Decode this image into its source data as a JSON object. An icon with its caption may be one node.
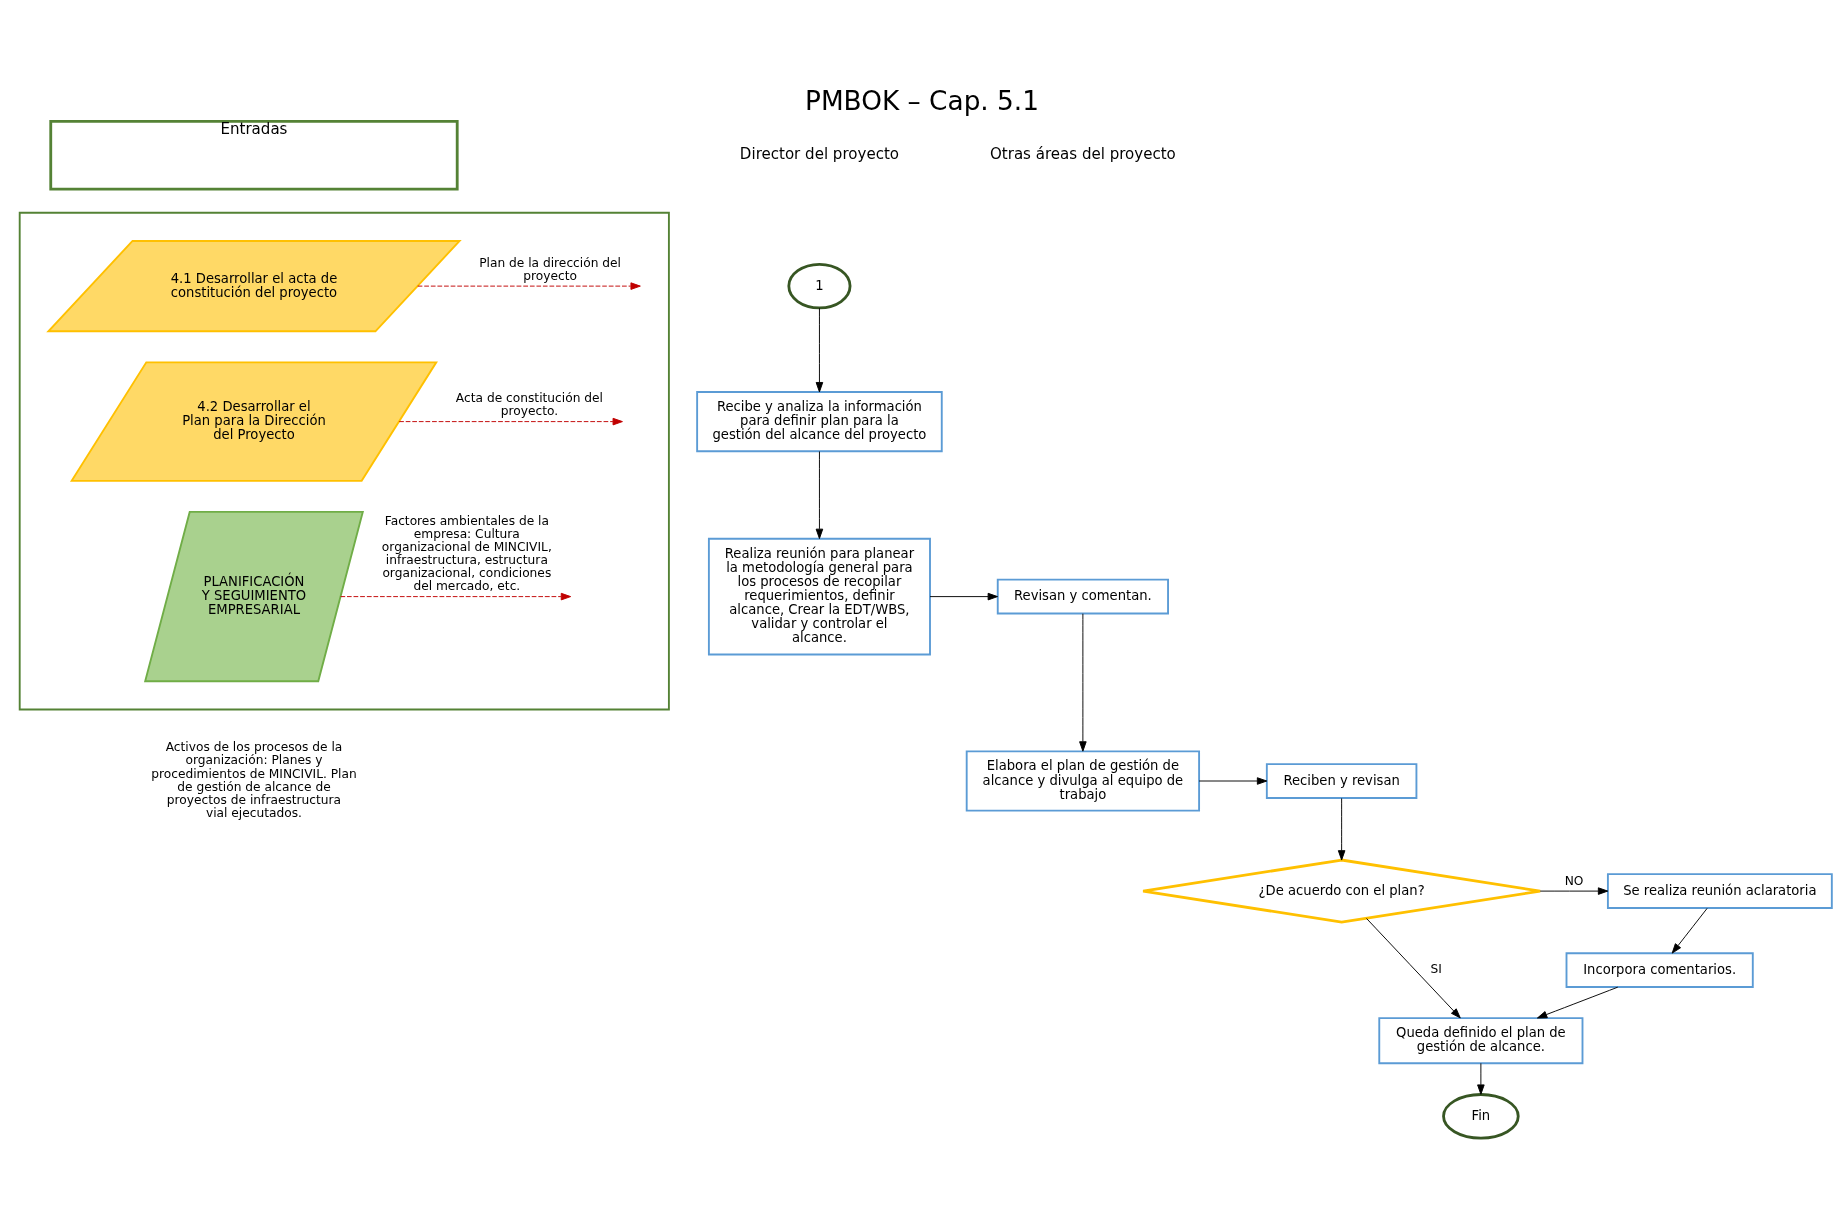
{
  "diagram": {
    "title": "PMBOK – Cap. 5.1",
    "nodes": [
      {
        "text": [
          "Entradas"
        ]
      },
      {
        "text": [],
        "shape": "box"
      },
      {
        "text": [
          "4.1 Desarrollar el acta de constitución del proyecto"
        ],
        "in": 1
      },
      {
        "text": [
          "4.2 Desarrollar el Plan para la Dirección del Proyecto"
        ],
        "in": 1
      },
      {
        "text": [
          "PLANIFICACIÓN Y SEGUIMIENTO EMPRESARIAL"
        ],
        "in": 1
      },
      {
        "text": [
          "1"
        ]
      },
      {
        "text": [
          "Recibe y analiza la información para definir plan para la gestión del alcance del proyecto"
        ]
      },
      {
        "text": [
          "Realiza reunión para planear la metodología general para los procesos de recopilar requerimientos, definir alcance, Crear la EDT/WBS, validar y controlar el alcance."
        ]
      },
      {
        "text": [
          "Revisan y comentan."
        ]
      },
      {
        "text": [
          "Elabora el plan de gestión de alcance y divulga al equipo de trabajo"
        ]
      },
      {
        "text": [
          "Reciben y revisan"
        ]
      },
      {
        "text": [
          "¿De acuerdo con el plan?"
        ]
      },
      {
        "text": [
          "Se realiza reunión aclaratoria"
        ]
      },
      {
        "text": [
          "Incorpora comentarios."
        ]
      },
      {
        "text": [
          "Queda definido el plan de gestión de alcance."
        ]
      },
      {
        "text": [
          "Fin"
        ]
      }
    ],
    "edges": [
      {
        "from": 2,
        "to": null,
        "arrow": "to",
        "label": "Plan de la dirección del proyecto",
        "style": "dashed",
        "color": "#c00000"
      },
      {
        "from": 3,
        "to": null,
        "arrow": "to",
        "label": "Acta de constitución del proyecto.",
        "style": "dashed",
        "color": "#c00000"
      },
      {
        "from": 4,
        "to": null,
        "arrow": "to",
        "label": "Factores ambientales de la empresa: Cultura organizacional de MINCIVIL,  infraestructura, estructura organizacional, condiciones del mercado, etc.",
        "style": "dashed",
        "color": "#c00000"
      },
      {
        "from": 5,
        "to": 6,
        "arrow": "to"
      },
      {
        "from": 6,
        "to": 7,
        "arrow": "to"
      },
      {
        "from": 7,
        "to": 8,
        "arrow": "to"
      },
      {
        "from": 8,
        "to": 9,
        "arrow": "to"
      },
      {
        "from": 9,
        "to": 10,
        "arrow": "to"
      },
      {
        "from": 10,
        "to": 11,
        "arrow": "to"
      },
      {
        "from": 11,
        "to": 14,
        "arrow": "to",
        "label": "SI"
      },
      {
        "from": 11,
        "to": 12,
        "arrow": "to",
        "label": "NO"
      },
      {
        "from": 12,
        "to": 13,
        "arrow": "to"
      },
      {
        "from": 13,
        "to": 14,
        "arrow": "to"
      },
      {
        "from": 14,
        "to": 15,
        "arrow": "to"
      }
    ],
    "labels": [
      "Director del proyecto",
      "Otras áreas del proyecto",
      "Activos de los procesos de la organización: Planes y procedimientos de MINCIVIL. Plan de gestión de alcance de proyectos de infraestructura vial ejecutados."
    ]
  }
}
